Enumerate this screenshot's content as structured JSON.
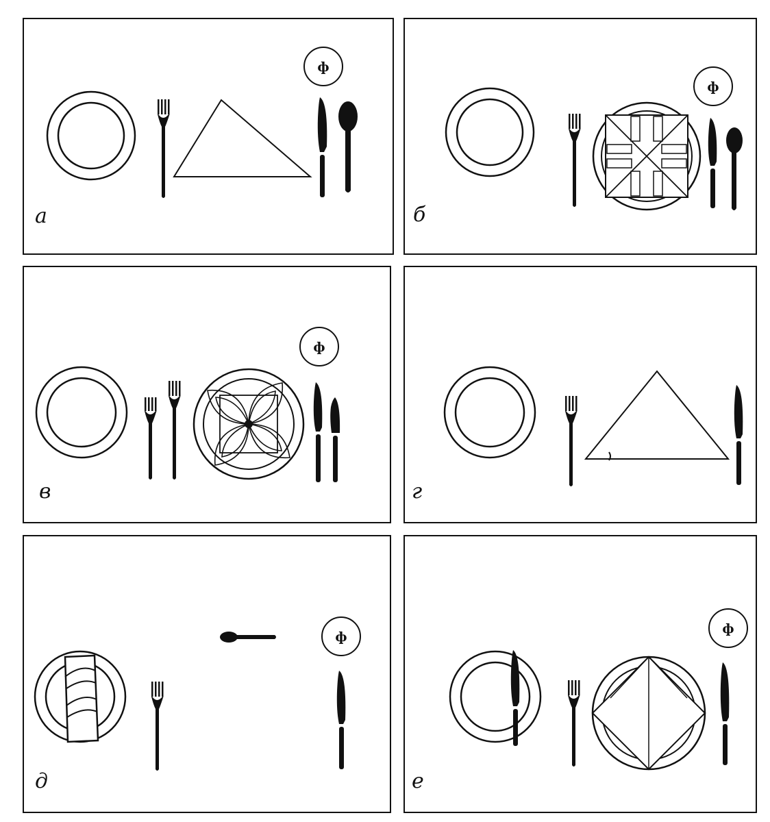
{
  "panels": [
    {
      "id": "a",
      "label": "а"
    },
    {
      "id": "b",
      "label": "б"
    },
    {
      "id": "v",
      "label": "в"
    },
    {
      "id": "g",
      "label": "г"
    },
    {
      "id": "d",
      "label": "д"
    },
    {
      "id": "e",
      "label": "е"
    }
  ],
  "glass_mark": "ф"
}
